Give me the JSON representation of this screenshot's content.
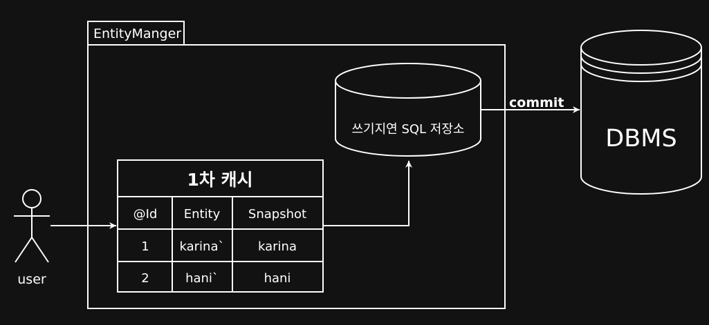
{
  "container": {
    "label": "EntityManger"
  },
  "cache": {
    "title": "1차 캐시",
    "columns": [
      "@Id",
      "Entity",
      "Snapshot"
    ],
    "rows": [
      [
        "1",
        "karina`",
        "karina"
      ],
      [
        "2",
        "hani`",
        "hani"
      ]
    ]
  },
  "sql_store": {
    "label": "쓰기지연 SQL 저장소"
  },
  "dbms": {
    "label": "DBMS"
  },
  "actor": {
    "label": "user"
  },
  "edge_commit": {
    "label": "commit"
  }
}
